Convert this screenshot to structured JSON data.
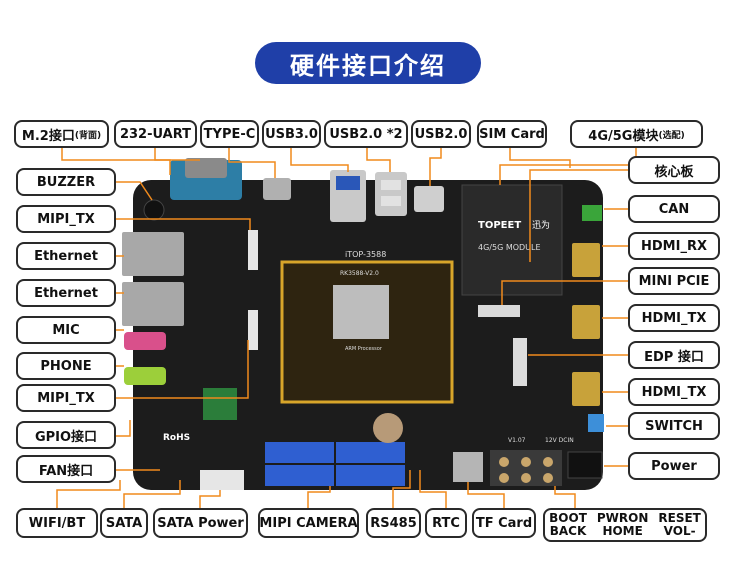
{
  "title": "硬件接口介绍",
  "labels": {
    "m2": "M.2接口",
    "m2_sub": "(背面)",
    "uart232": "232-UART",
    "typec": "TYPE-C",
    "usb30": "USB3.0",
    "usb20x2": "USB2.0 *2",
    "usb20": "USB2.0",
    "simcard": "SIM Card",
    "module4g5g": "4G/5G模块",
    "module4g5g_sub": "(选配)",
    "buzzer": "BUZZER",
    "mipi_tx_1": "MIPI_TX",
    "ethernet_1": "Ethernet",
    "ethernet_2": "Ethernet",
    "mic": "MIC",
    "phone": "PHONE",
    "mipi_tx_2": "MIPI_TX",
    "gpio": "GPIO接口",
    "fan": "FAN接口",
    "core_board": "核心板",
    "can": "CAN",
    "hdmi_rx": "HDMI_RX",
    "mini_pcie": "MINI PCIE",
    "hdmi_tx_1": "HDMI_TX",
    "edp": "EDP 接口",
    "hdmi_tx_2": "HDMI_TX",
    "switch": "SWITCH",
    "power": "Power",
    "wifi_bt": "WIFI/BT",
    "sata": "SATA",
    "sata_power": "SATA Power",
    "mipi_camera": "MIPI CAMERA",
    "rs485": "RS485",
    "rtc": "RTC",
    "tf_card": "TF Card",
    "boot": "BOOT",
    "back": "BACK",
    "pwron": "PWRON",
    "home": "HOME",
    "reset": "RESET",
    "vol_minus": "VOL-"
  },
  "board_text": {
    "model": "iTOP-3588",
    "core_text": "RK3588-V2.0",
    "brand": "TOPEET",
    "brand_cn": "迅为",
    "module_text": "4G/5G MODULE",
    "rohs": "RoHS",
    "version": "V1.07",
    "dcin": "12V DCIN",
    "arm": "ARM Processor"
  },
  "colors": {
    "title_bg": "#1f3fa8",
    "leader": "#f08a1c",
    "board": "#1c1c1c",
    "core_border": "#d8a52a"
  }
}
